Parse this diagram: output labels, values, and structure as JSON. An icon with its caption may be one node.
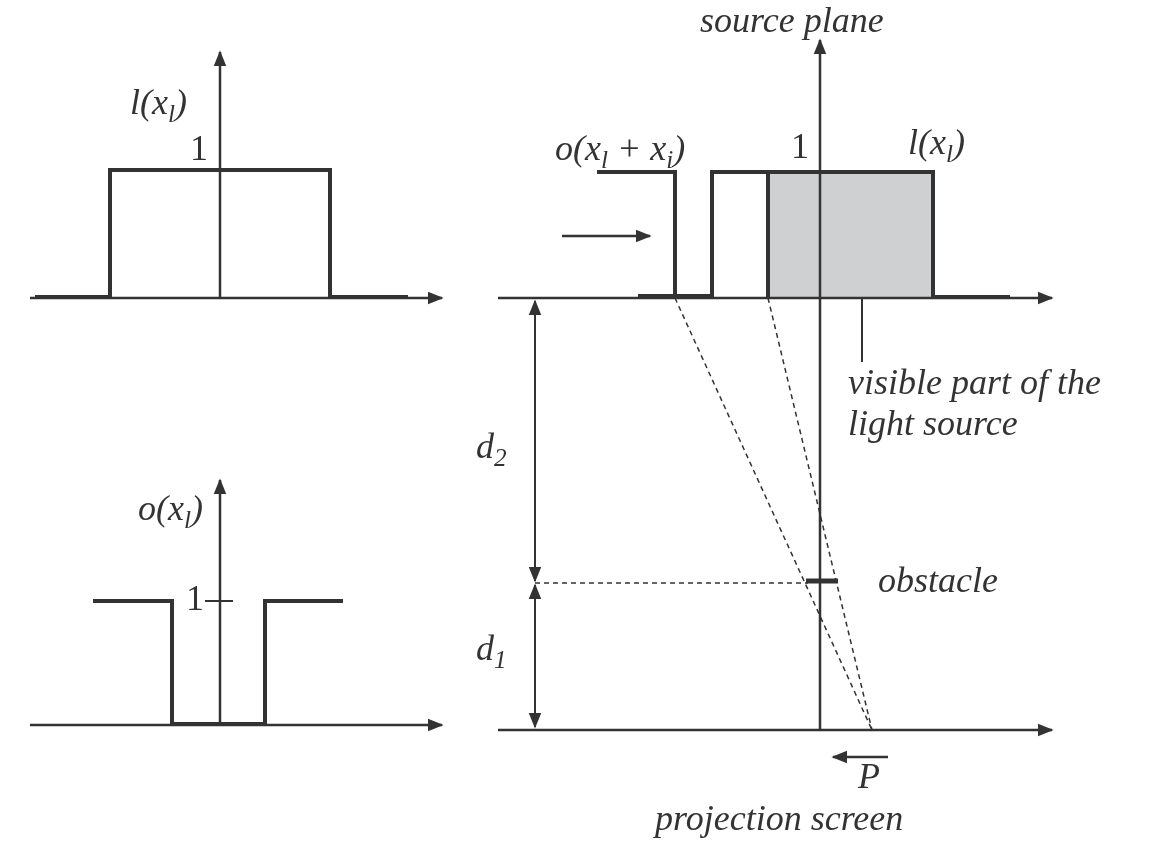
{
  "diagram": {
    "nodes": [
      {
        "text": [
          "visible part of the light source"
        ]
      },
      {
        "text": [],
        "shape": "box"
      }
    ],
    "edges": [
      {
        "from": 0,
        "to": 1,
        "arrow": "none"
      }
    ],
    "labels": [
      "l(x$_{l}$)",
      "1",
      "o(x$_{l}$)",
      "1",
      "source plane",
      "o(x$_{l}$ + x$_{i}$)",
      "1",
      "l(x$_{l}$)",
      "d$_{2}$",
      "obstacle",
      "d$_{1}$",
      "P",
      "projection screen"
    ]
  }
}
